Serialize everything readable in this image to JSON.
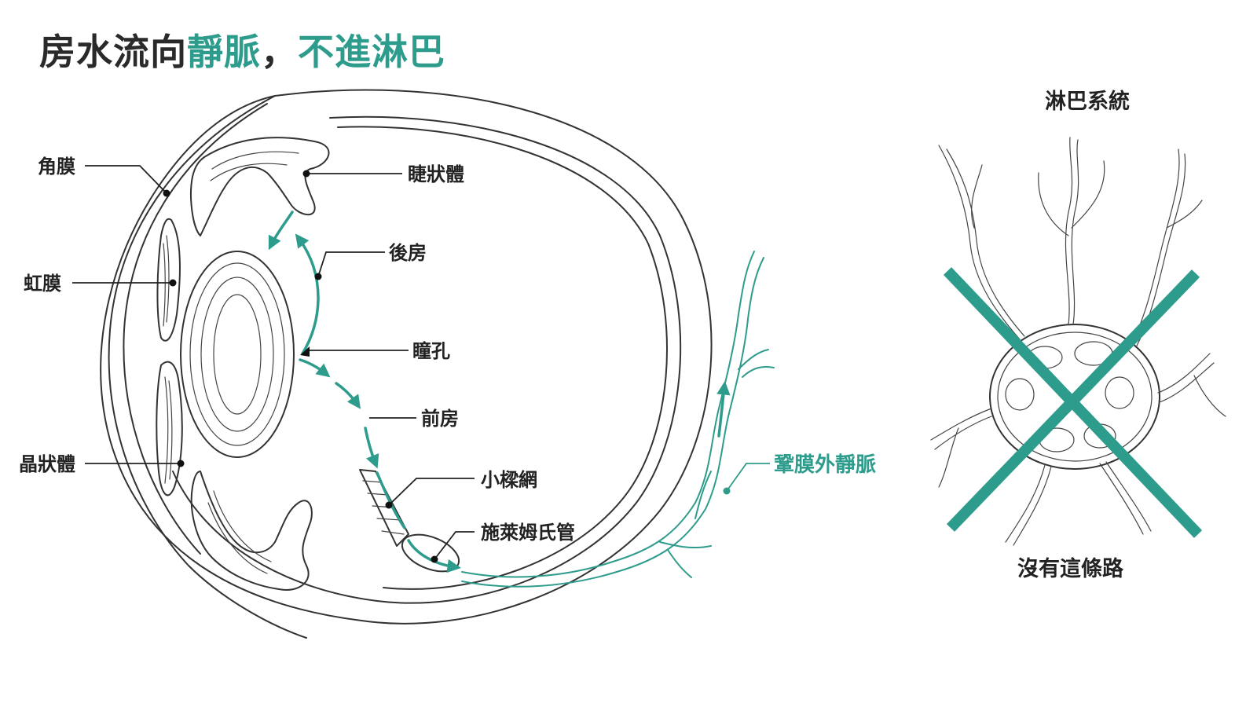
{
  "title": {
    "part1": "房水流向",
    "part2": "靜脈",
    "part3": "，",
    "part4": "不進淋巴"
  },
  "labels": {
    "cornea": "角膜",
    "iris": "虹膜",
    "lens": "晶狀體",
    "ciliary_body": "睫狀體",
    "posterior_chamber": "後房",
    "pupil": "瞳孔",
    "anterior_chamber": "前房",
    "trabecular_meshwork": "小樑網",
    "schlemm_canal": "施萊姆氏管",
    "episcleral_vein": "鞏膜外靜脈"
  },
  "lymph": {
    "heading": "淋巴系統",
    "caption": "沒有這條路"
  },
  "colors": {
    "accent": "#2e9c8c",
    "ink": "#222222"
  }
}
